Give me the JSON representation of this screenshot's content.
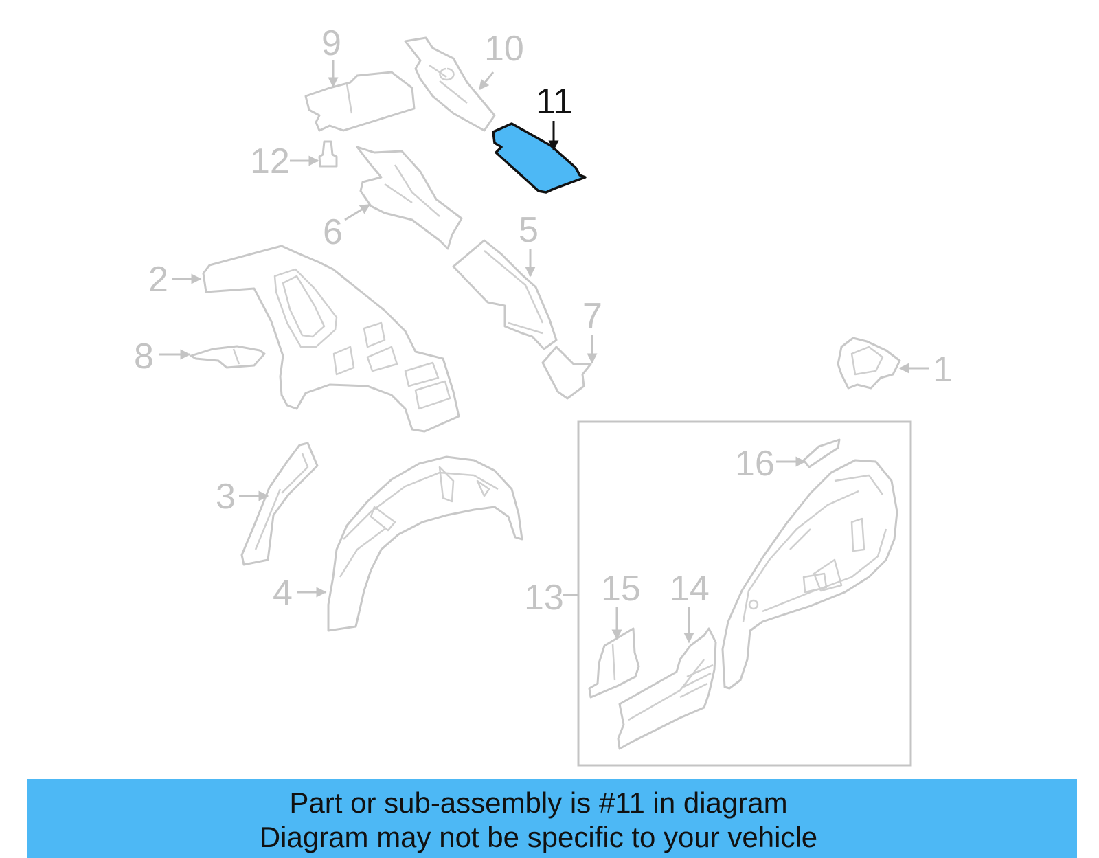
{
  "callouts": {
    "c1": "1",
    "c2": "2",
    "c3": "3",
    "c4": "4",
    "c5": "5",
    "c6": "6",
    "c7": "7",
    "c8": "8",
    "c9": "9",
    "c10": "10",
    "c11": "11",
    "c12": "12",
    "c13": "13",
    "c14": "14",
    "c15": "15",
    "c16": "16"
  },
  "highlighted_callout": "11",
  "colors": {
    "highlight": "#4db8f5",
    "part_outline": "#c8c8c8",
    "active_text": "#111111"
  },
  "banner": {
    "line1": "Part or sub-assembly is #11 in diagram",
    "line2": "Diagram may not be specific to your vehicle"
  }
}
